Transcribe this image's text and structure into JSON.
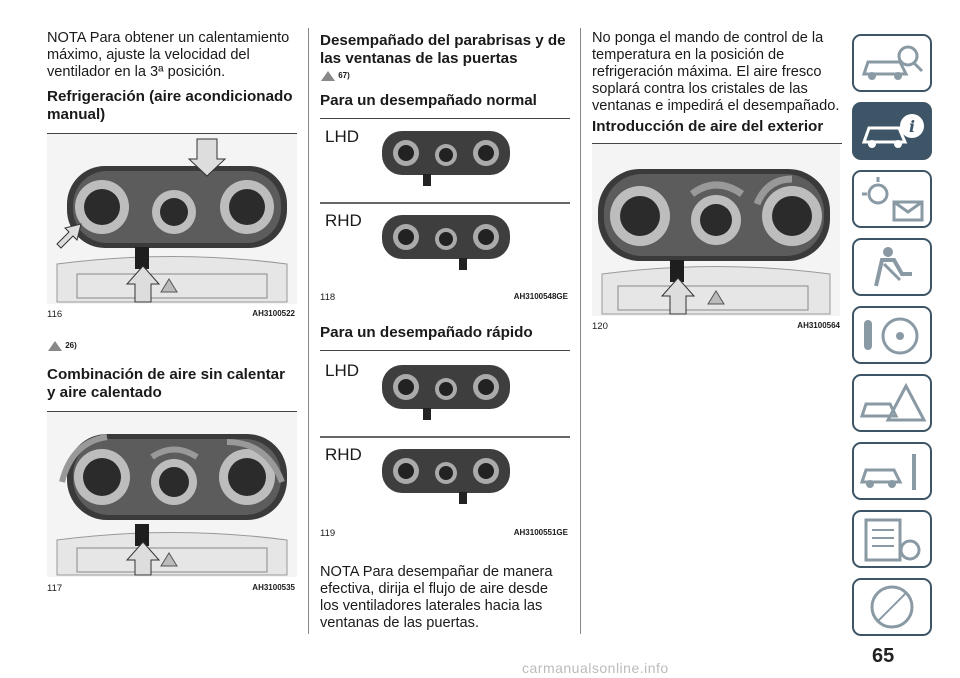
{
  "col1": {
    "note": "NOTA  Para obtener un calentamiento máximo, ajuste la velocidad del ventilador en la 3ª posición.",
    "heading1": "Refrigeración (aire acondicionado manual)",
    "fig116": {
      "num": "116",
      "code": "AH3100522"
    },
    "warn26": "26)",
    "heading2": "Combinación de aire sin calentar y aire calentado",
    "fig117": {
      "num": "117",
      "code": "AH3100535"
    }
  },
  "col2": {
    "heading1": "Desempañado del parabrisas y de las ventanas de las puertas",
    "warn67": "67)",
    "heading2": "Para un desempañado normal",
    "lhd": "LHD",
    "rhd": "RHD",
    "fig118": {
      "num": "118",
      "code": "AH3100548GE"
    },
    "heading3": "Para un desempañado rápido",
    "fig119": {
      "num": "119",
      "code": "AH3100551GE"
    },
    "note": "NOTA  Para desempañar de manera efectiva, dirija el flujo de aire desde los ventiladores laterales hacia las ventanas de las puertas."
  },
  "col3": {
    "text": "No ponga el mando de control de la temperatura en la posición de refrigeración máxima. El aire fresco soplará contra los cristales de las ventanas e impedirá el desempañado.",
    "heading": "Introducción de aire del exterior",
    "fig120": {
      "num": "120",
      "code": "AH3100564"
    }
  },
  "sidebar": {
    "tabs": [
      {
        "icon": "car-search-icon"
      },
      {
        "icon": "car-info-icon"
      },
      {
        "icon": "warning-lights-icon"
      },
      {
        "icon": "seat-airbag-icon"
      },
      {
        "icon": "steering-wheel-icon"
      },
      {
        "icon": "car-breakdown-icon"
      },
      {
        "icon": "car-service-icon"
      },
      {
        "icon": "specifications-icon"
      },
      {
        "icon": "alphabetical-index-icon"
      }
    ]
  },
  "page_number": "65",
  "watermark": "carmanualsonline.info",
  "colors": {
    "tab_border": "#3d5566",
    "tab_active": "#3d5566"
  }
}
